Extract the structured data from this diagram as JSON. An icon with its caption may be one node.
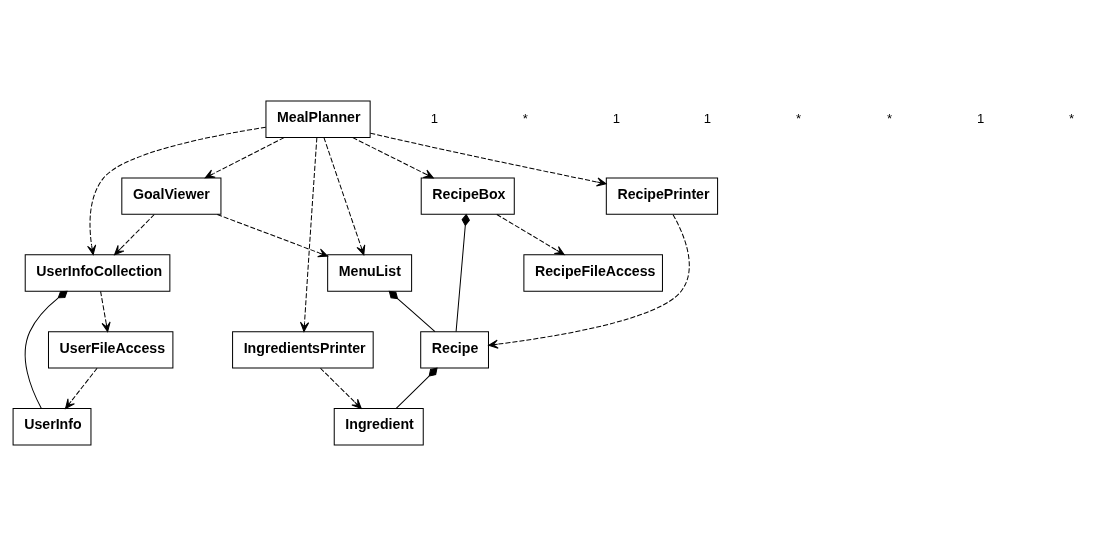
{
  "diagram": {
    "nodes": [
      {
        "text": [
          "GoalViewer"
        ]
      },
      {
        "text": [
          "MealPlanner"
        ]
      },
      {
        "text": [
          "UserInfoCollection"
        ]
      },
      {
        "text": [
          "UserInfo"
        ]
      },
      {
        "text": [
          "MenuList"
        ]
      },
      {
        "text": [
          "RecipeBox"
        ]
      },
      {
        "text": [
          "UserFileAccess"
        ]
      },
      {
        "text": [
          "IngredientsPrinter"
        ]
      },
      {
        "text": [
          "RecipeFileAccess"
        ]
      },
      {
        "text": [
          "RecipePrinter"
        ]
      },
      {
        "text": [
          "Recipe"
        ]
      },
      {
        "text": [
          "Ingredient"
        ]
      }
    ],
    "edges": [
      {
        "from": 0,
        "to": 2,
        "arrow": "to",
        "style": "dashed"
      },
      {
        "from": 1,
        "to": 0,
        "arrow": "to",
        "style": "dashed"
      },
      {
        "from": 1,
        "to": 4,
        "arrow": "to",
        "style": "dashed"
      },
      {
        "from": 0,
        "to": 4,
        "arrow": "to",
        "style": "dashed"
      },
      {
        "from": 1,
        "to": 7,
        "arrow": "to",
        "style": "dashed"
      },
      {
        "from": 1,
        "to": 9,
        "arrow": "to",
        "style": "dashed"
      },
      {
        "from": 1,
        "to": 5,
        "arrow": "to",
        "style": "dashed"
      },
      {
        "from": 1,
        "to": 2,
        "arrow": "to",
        "style": "dashed"
      },
      {
        "from": 2,
        "to": 3,
        "arrow": "other"
      },
      {
        "from": 2,
        "to": 6,
        "arrow": "to",
        "style": "dashed"
      },
      {
        "from": 6,
        "to": 3,
        "arrow": "to",
        "style": "dashed"
      },
      {
        "from": 5,
        "to": 8,
        "arrow": "to",
        "style": "dashed"
      },
      {
        "from": 5,
        "to": 10,
        "arrow": "other"
      },
      {
        "from": 9,
        "to": 10,
        "arrow": "to",
        "style": "dashed"
      },
      {
        "from": 7,
        "to": 11,
        "arrow": "to",
        "style": "dashed"
      },
      {
        "from": 10,
        "to": 11,
        "arrow": "other"
      },
      {
        "from": 4,
        "to": 10,
        "arrow": "other"
      }
    ],
    "labels": [
      "1",
      "*",
      "1",
      "1",
      "*",
      "*",
      "1",
      "*"
    ]
  }
}
